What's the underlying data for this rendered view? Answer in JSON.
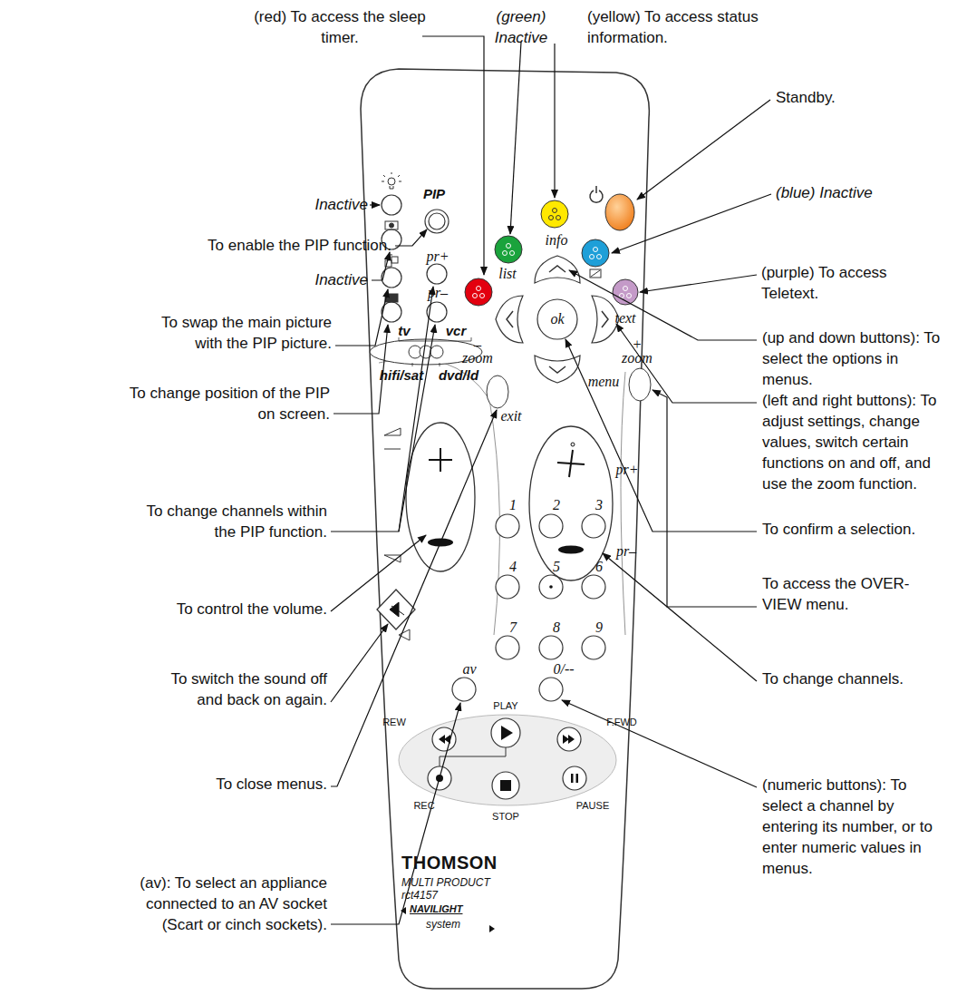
{
  "diagram": {
    "labels": [
      "(red) To access the sleep timer.",
      "(green) Inactive",
      "(yellow) To access status information.",
      "Inactive",
      "Standby.",
      "To enable the PIP function.",
      "(blue) Inactive",
      "Inactive",
      "(purple) To access Teletext.",
      "To swap the main picture with the PIP picture.",
      "(up and down buttons): To select the options in menus.",
      "To change position of the PIP on screen.",
      "(left and right buttons): To adjust settings, change values, switch certain functions on and off, and use the zoom function.",
      "To change channels within the PIP function.",
      "To confirm a selection.",
      "To control the volume.",
      "To access the OVER- VIEW menu.",
      "To switch the sound off and back on again.",
      "To change channels.",
      "To close menus.",
      "(av): To select an appliance connected to an AV socket (Scart or cinch sockets).",
      "(numeric buttons): To select a channel by entering its number, or to enter numeric values in menus.",
      "PIP",
      "pr+",
      "pr–",
      "tv",
      "vcr",
      "hifi/sat",
      "dvd/ld",
      "list",
      "info",
      "text",
      "ok",
      "–",
      "zoom",
      "+",
      "zoom",
      "exit",
      "menu",
      "pr+",
      "pr–",
      "1",
      "2",
      "3",
      "4",
      "5",
      "6",
      "7",
      "8",
      "9",
      "av",
      "0/--",
      "PLAY",
      "REW",
      "F.FWD",
      "REC",
      "STOP",
      "PAUSE",
      "THOMSON",
      "MULTI PRODUCT",
      "rct4157",
      "NAVILIGHT",
      "system"
    ]
  }
}
